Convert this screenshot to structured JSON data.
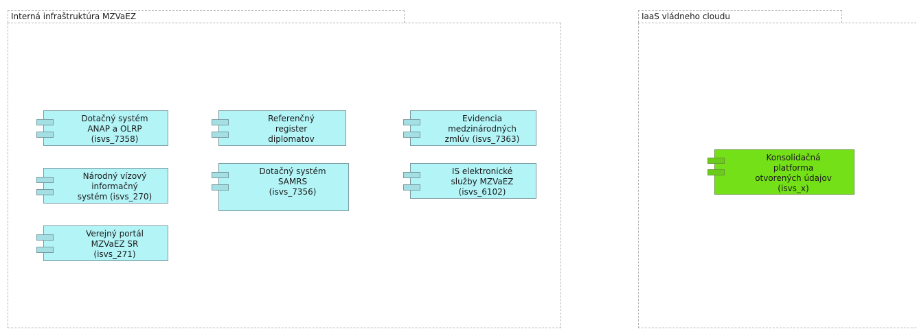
{
  "groups": [
    {
      "id": "internal",
      "label": "Interná infraštruktúra MZVaEZ"
    },
    {
      "id": "cloud",
      "label": "IaaS vládneho cloudu"
    }
  ],
  "components": {
    "c1": {
      "label": "Dotačný systém\nANAP a OLRP\n(isvs_7358)"
    },
    "c2": {
      "label": "Národný vízový\ninformačný\nsystém (isvs_270)"
    },
    "c3": {
      "label": "Verejný portál\nMZVaEZ SR\n(isvs_271)"
    },
    "c4": {
      "label": "Referenčný\nregister\ndiplomatov"
    },
    "c5": {
      "label": "Dotačný systém\nSAMRS\n(isvs_7356)"
    },
    "c6": {
      "label": "Evidencia\nmedzinárodných\nzmlúv (isvs_7363)"
    },
    "c7": {
      "label": "IS elektronické\nslužby MZVaEZ\n(isvs_6102)"
    },
    "c8": {
      "label": "Konsolidačná\nplatforma\notvorených údajov\n(isvs_x)"
    }
  },
  "colors": {
    "component_fill": "#b3f4f7",
    "highlight_fill": "#74e018",
    "group_border": "#b4b4b4"
  }
}
